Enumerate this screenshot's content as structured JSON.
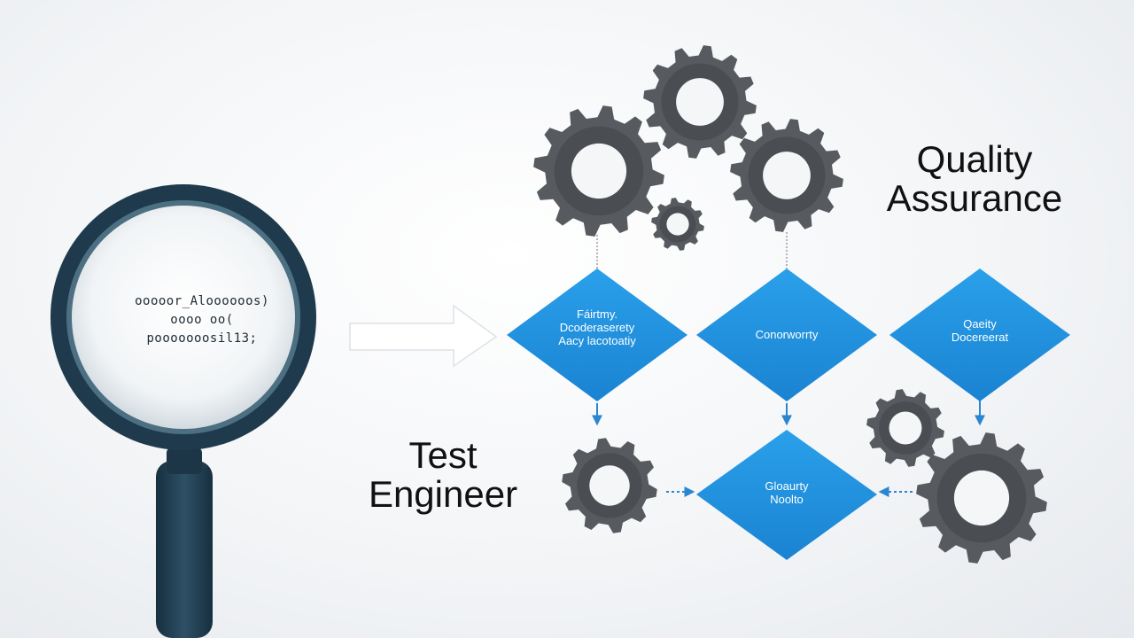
{
  "headings": {
    "quality_assurance": [
      "Quality",
      "Assurance"
    ],
    "test_engineer": [
      "Test",
      "Engineer"
    ]
  },
  "magnifier": {
    "lines": [
      "ooooor_Aloooooos)",
      "oooo oo(",
      "pooooooosil13;"
    ]
  },
  "diamonds": {
    "top_left": [
      "Fáirtmy.",
      "Dcoderaserety",
      "Aacy lacotoatiy"
    ],
    "top_middle": [
      "Conorworrty"
    ],
    "top_right": [
      "Qaeity",
      "Docereerat"
    ],
    "bottom_middle": [
      "Gloaurty",
      "Noolto"
    ]
  },
  "colors": {
    "diamond": "#1e8fdc",
    "gear": "#575b60",
    "magnifier_ring": "#1f3a4c",
    "arrow": "#2a86d0"
  }
}
